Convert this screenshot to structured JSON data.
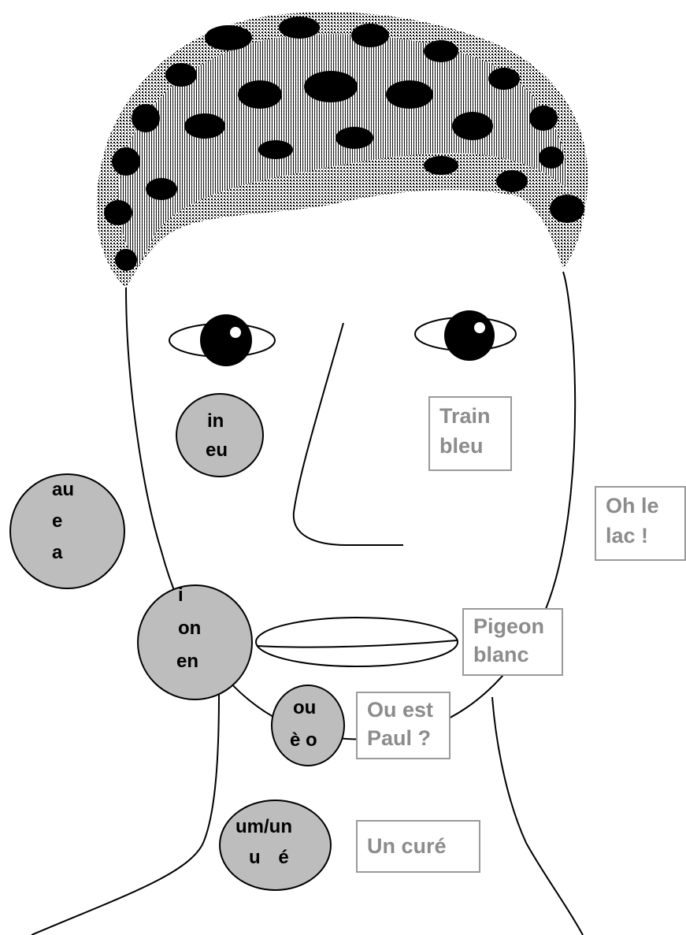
{
  "bubbles": {
    "in_eu": [
      "in",
      "eu"
    ],
    "au_e_a": [
      "au",
      "e",
      "a"
    ],
    "i_on_en": [
      "i",
      "on",
      "en"
    ],
    "ou_eo": [
      "ou",
      "è o"
    ],
    "um_u_e": [
      "um/un",
      "u é"
    ]
  },
  "phrases": {
    "train_bleu": [
      "Train",
      "bleu"
    ],
    "oh_le_lac": [
      "Oh le",
      "lac !"
    ],
    "pigeon_blanc": [
      "Pigeon",
      "blanc"
    ],
    "ou_est_paul": [
      "Ou est",
      "Paul ?"
    ],
    "un_cure": [
      "Un curé"
    ]
  },
  "colors": {
    "bubble_fill": "#bdbdbd",
    "label_text": "#8c8c8c",
    "label_border": "#9a9a9a",
    "hair": "#000000"
  }
}
